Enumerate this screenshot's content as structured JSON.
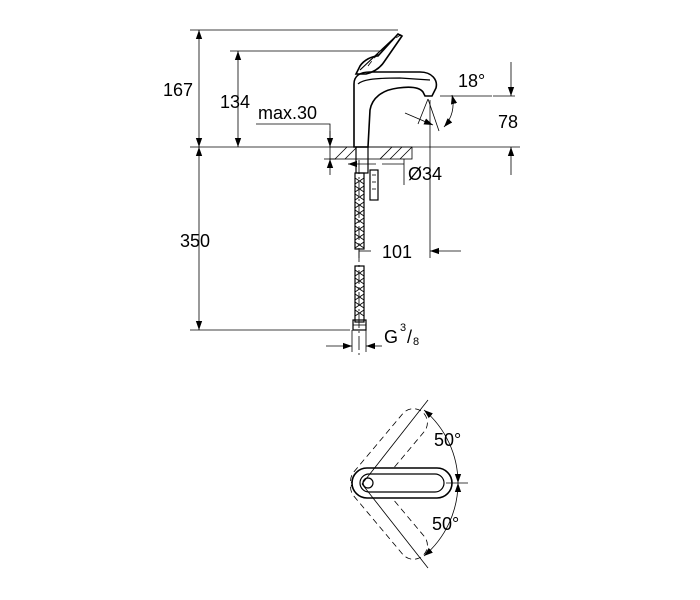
{
  "dimensions": {
    "height_total": "167",
    "height_outlet": "134",
    "deck_thickness": "max.30",
    "spout_angle": "18°",
    "spout_height": "78",
    "hole_diameter": "Ø34",
    "hose_length": "350",
    "projection": "101",
    "connection_prefix": "G ",
    "connection_num": "3",
    "connection_den": "8",
    "lever_rotation_up": "50°",
    "lever_rotation_down": "50°"
  }
}
